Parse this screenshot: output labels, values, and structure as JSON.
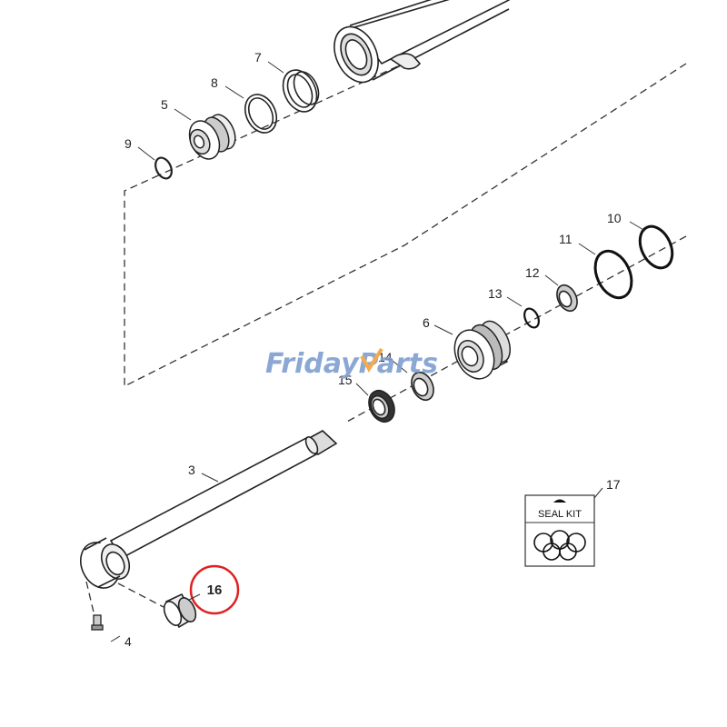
{
  "watermark": {
    "part1": "Friday",
    "part2": "Parts",
    "color1": "#7f9fd0",
    "color2": "#f2a33a"
  },
  "labels": {
    "p3": "3",
    "p4": "4",
    "p5": "5",
    "p6": "6",
    "p7": "7",
    "p8": "8",
    "p9": "9",
    "p10": "10",
    "p11": "11",
    "p12": "12",
    "p13": "13",
    "p14": "14",
    "p15": "15",
    "p16": "16",
    "p17": "17"
  },
  "seal_kit": {
    "label": "SEAL KIT"
  },
  "highlight": {
    "part": "16",
    "color": "#e02020"
  }
}
